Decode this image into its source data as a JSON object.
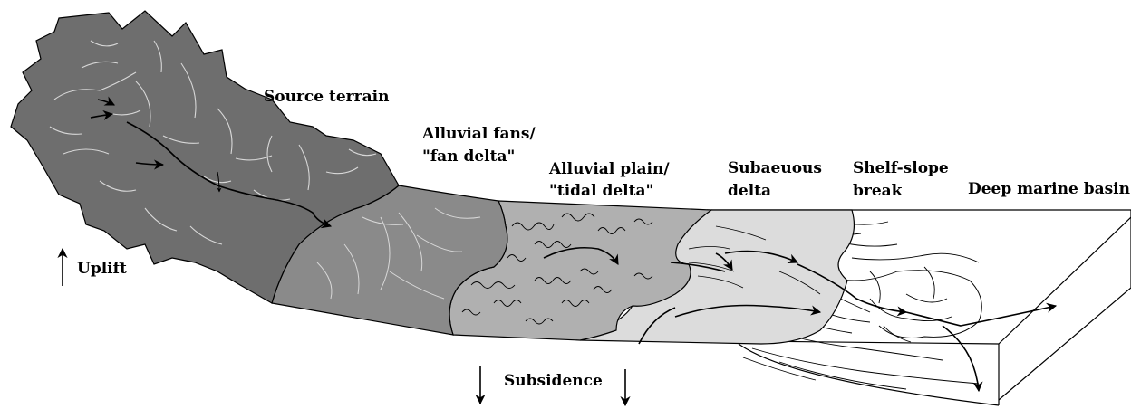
{
  "labels": {
    "source_terrain": "Source terrain",
    "alluvial_fans_1": "Alluvial fans/",
    "alluvial_fans_2": "\"fan delta\"",
    "alluvial_plain_1": "Alluvial plain/",
    "alluvial_plain_2": "\"tidal delta\"",
    "subaqueous_1": "Subaeuous",
    "subaqueous_2": "delta",
    "shelf_1": "Shelf-slope",
    "shelf_2": "break",
    "deep_marine": "Deep marine basin",
    "uplift": "Uplift",
    "subsidence": "Subsidence"
  },
  "colors": {
    "source_terrain": "#6e6e6e",
    "alluvial_fan": "#8a8a8a",
    "alluvial_plain": "#b0b0b0",
    "subaqueous_delta": "#dcdcdc",
    "outline": "#000000"
  }
}
